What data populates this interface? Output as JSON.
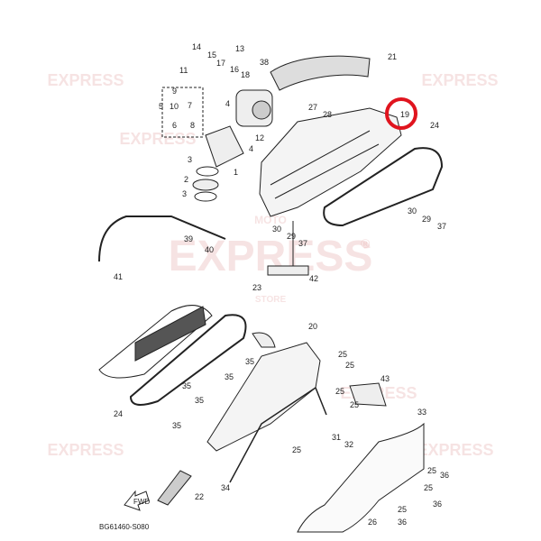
{
  "diagram": {
    "code": "BG61460-S080",
    "fwd_label": "FWD",
    "highlight_color": "#e0141e",
    "highlighted_part": "19",
    "watermark": {
      "brand": "EXPRESS",
      "top": "MOTO",
      "bottom": "STORE",
      "registered": "®"
    },
    "part_labels": [
      "14",
      "15",
      "13",
      "17",
      "16",
      "18",
      "11",
      "9",
      "5",
      "10",
      "7",
      "6",
      "8",
      "4",
      "12",
      "4",
      "3",
      "1",
      "2",
      "3",
      "38",
      "21",
      "27",
      "28",
      "19",
      "24",
      "30",
      "29",
      "37",
      "30",
      "29",
      "37",
      "39",
      "40",
      "41",
      "42",
      "23",
      "20",
      "25",
      "25",
      "35",
      "35",
      "35",
      "35",
      "35",
      "24",
      "25",
      "43",
      "25",
      "31",
      "32",
      "25",
      "33",
      "34",
      "22",
      "25",
      "36",
      "25",
      "36",
      "25",
      "26",
      "36"
    ]
  }
}
